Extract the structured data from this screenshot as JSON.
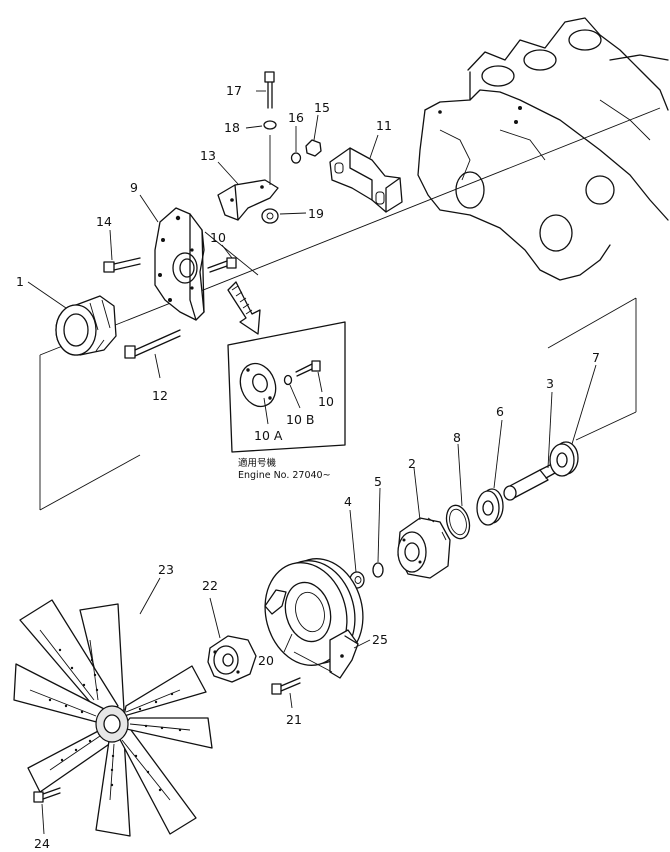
{
  "labels": {
    "p1": "1",
    "p2": "2",
    "p3": "3",
    "p4": "4",
    "p5": "5",
    "p6": "6",
    "p7": "7",
    "p8": "8",
    "p9": "9",
    "p10": "10",
    "p10b_top": "10",
    "p10a": "10 A",
    "p10b": "10 B",
    "p11": "11",
    "p12": "12",
    "p13": "13",
    "p14": "14",
    "p15": "15",
    "p16": "16",
    "p17": "17",
    "p18": "18",
    "p19": "19",
    "p20": "20",
    "p21": "21",
    "p22": "22",
    "p23": "23",
    "p24": "24",
    "p25": "25"
  },
  "note": {
    "line1": "適用号機",
    "line2": "Engine  No. 27040~"
  }
}
